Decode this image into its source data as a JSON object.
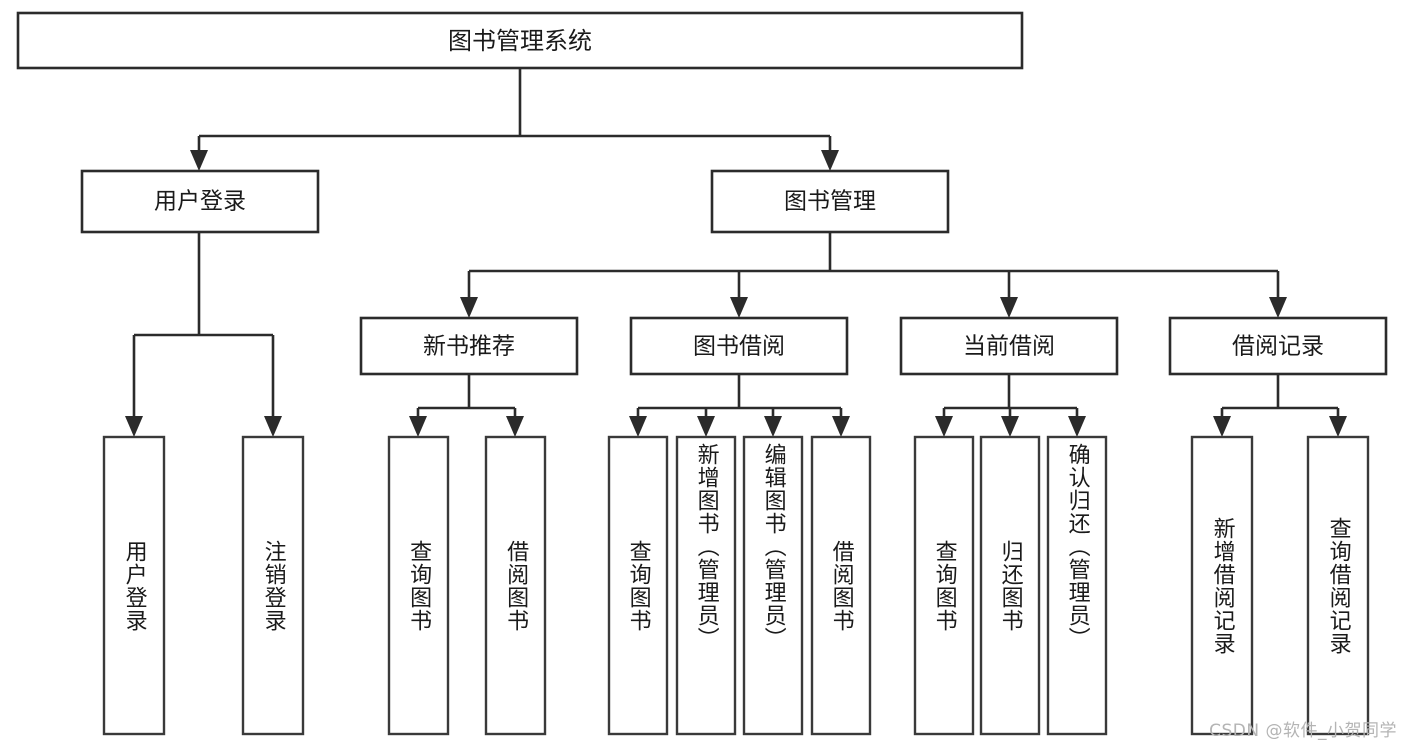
{
  "diagram": {
    "type": "tree-hierarchy",
    "title": "图书管理系统",
    "watermark": "CSDN @软件_小贺同学",
    "colors": {
      "background": "#ffffff",
      "stroke": "#2b2b2b",
      "text": "#1a1a1a",
      "watermark": "#b4b4b4"
    },
    "root": {
      "id": "root",
      "label": "图书管理系统"
    },
    "level2": [
      {
        "id": "user-login",
        "label": "用户登录"
      },
      {
        "id": "book-management",
        "label": "图书管理"
      }
    ],
    "level3": [
      {
        "id": "new-book-recommend",
        "label": "新书推荐",
        "parent": "book-management"
      },
      {
        "id": "book-borrow",
        "label": "图书借阅",
        "parent": "book-management"
      },
      {
        "id": "current-borrow",
        "label": "当前借阅",
        "parent": "book-management"
      },
      {
        "id": "borrow-record",
        "label": "借阅记录",
        "parent": "book-management"
      }
    ],
    "leaves": [
      {
        "id": "leaf-user-login",
        "label": "用户登录",
        "parent": "user-login"
      },
      {
        "id": "leaf-logout-login",
        "label": "注销登录",
        "parent": "user-login"
      },
      {
        "id": "leaf-query-book-1",
        "label": "查询图书",
        "parent": "new-book-recommend"
      },
      {
        "id": "leaf-borrow-book-1",
        "label": "借阅图书",
        "parent": "new-book-recommend"
      },
      {
        "id": "leaf-query-book-2",
        "label": "查询图书",
        "parent": "book-borrow"
      },
      {
        "id": "leaf-add-book",
        "label": "新增图书（管理员）",
        "parent": "book-borrow"
      },
      {
        "id": "leaf-edit-book",
        "label": "编辑图书（管理员）",
        "parent": "book-borrow"
      },
      {
        "id": "leaf-borrow-book-2",
        "label": "借阅图书",
        "parent": "book-borrow"
      },
      {
        "id": "leaf-query-book-3",
        "label": "查询图书",
        "parent": "current-borrow"
      },
      {
        "id": "leaf-return-book",
        "label": "归还图书",
        "parent": "current-borrow"
      },
      {
        "id": "leaf-confirm-return",
        "label": "确认归还（管理员）",
        "parent": "current-borrow"
      },
      {
        "id": "leaf-add-record",
        "label": "新增借阅记录",
        "parent": "borrow-record"
      },
      {
        "id": "leaf-query-record",
        "label": "查询借阅记录",
        "parent": "borrow-record"
      }
    ]
  }
}
